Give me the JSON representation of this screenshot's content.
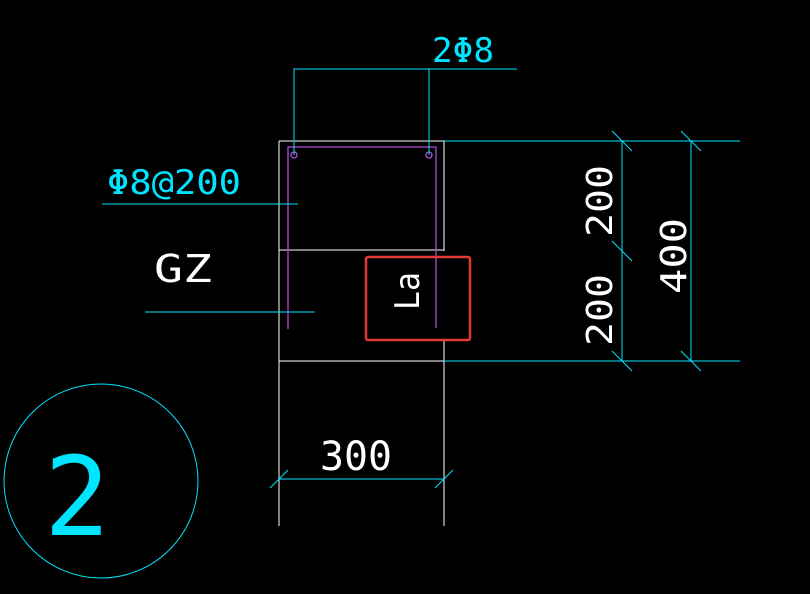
{
  "colors": {
    "background": "#000000",
    "dimension": "#00e5ff",
    "section": "#ffffff",
    "rebar": "#b44bd6",
    "highlight": "#e53935"
  },
  "labels": {
    "top_bars": "2Φ8",
    "stirrup": "Φ8@200",
    "member": "GZ",
    "anchorage": "La",
    "detail_number": "2"
  },
  "dimensions": {
    "width": "300",
    "upper_height": "200",
    "lower_height": "200",
    "total_height": "400"
  }
}
